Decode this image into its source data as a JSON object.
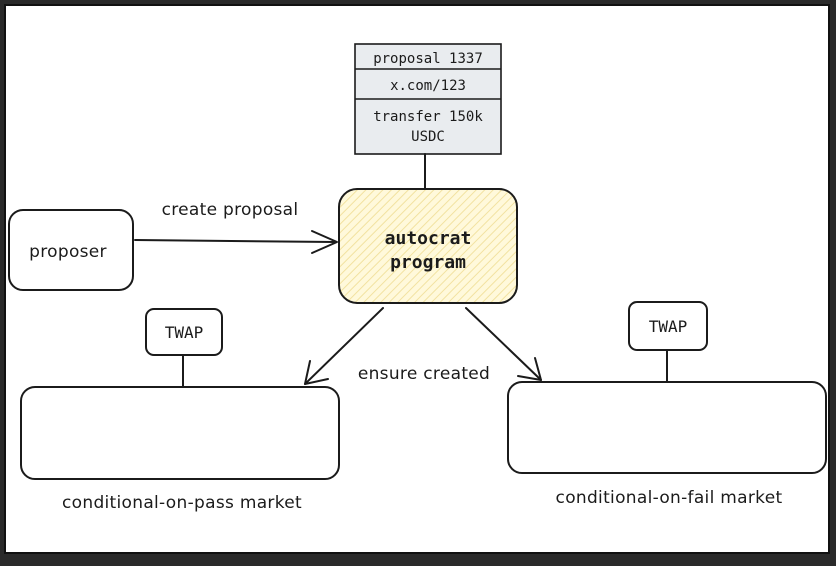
{
  "proposal_card": {
    "title": "proposal 1337",
    "link": "x.com/123",
    "instruction_line1": "transfer 150k",
    "instruction_line2": "USDC"
  },
  "autocrat": {
    "line1": "autocrat",
    "line2": "program"
  },
  "proposer": {
    "label": "proposer"
  },
  "edges": {
    "create_proposal": "create proposal",
    "ensure_created": "ensure created"
  },
  "pass_market": {
    "oracle": "TWAP",
    "caption": "conditional-on-pass market"
  },
  "fail_market": {
    "oracle": "TWAP",
    "caption": "conditional-on-fail market"
  },
  "colors": {
    "card_fill": "#e9ecef",
    "program_fill": "#fff9db",
    "program_hatch": "#f2e2a0",
    "stroke": "#1b1b1b"
  }
}
